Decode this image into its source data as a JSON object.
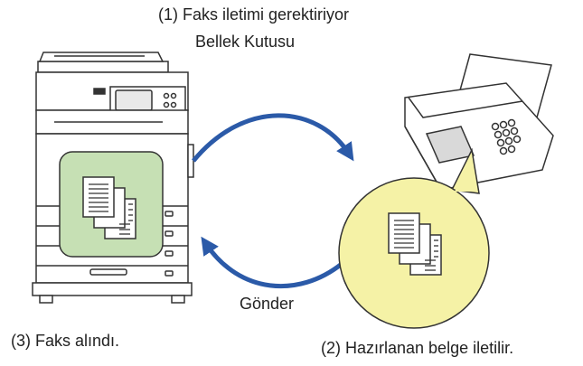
{
  "labels": {
    "step1_line1": "(1) Faks iletimi gerektiriyor",
    "step1_line2": "Bellek Kutusu",
    "step2": "(2) Hazırlanan belge iletilir.",
    "step3": "(3) Faks alındı.",
    "send": "Gönder"
  },
  "colors": {
    "arrow": "#2b5aa8",
    "received_panel": "#c6e0b4",
    "received_panel_border": "#333333",
    "memory_bubble": "#f5f2a6",
    "outline": "#333333"
  },
  "icons": {
    "copier": "multifunction-printer-icon",
    "fax": "fax-machine-icon",
    "documents": "document-stack-icon",
    "forward_arrow": "curved-arrow-right-icon",
    "send_arrow": "curved-arrow-left-icon"
  }
}
